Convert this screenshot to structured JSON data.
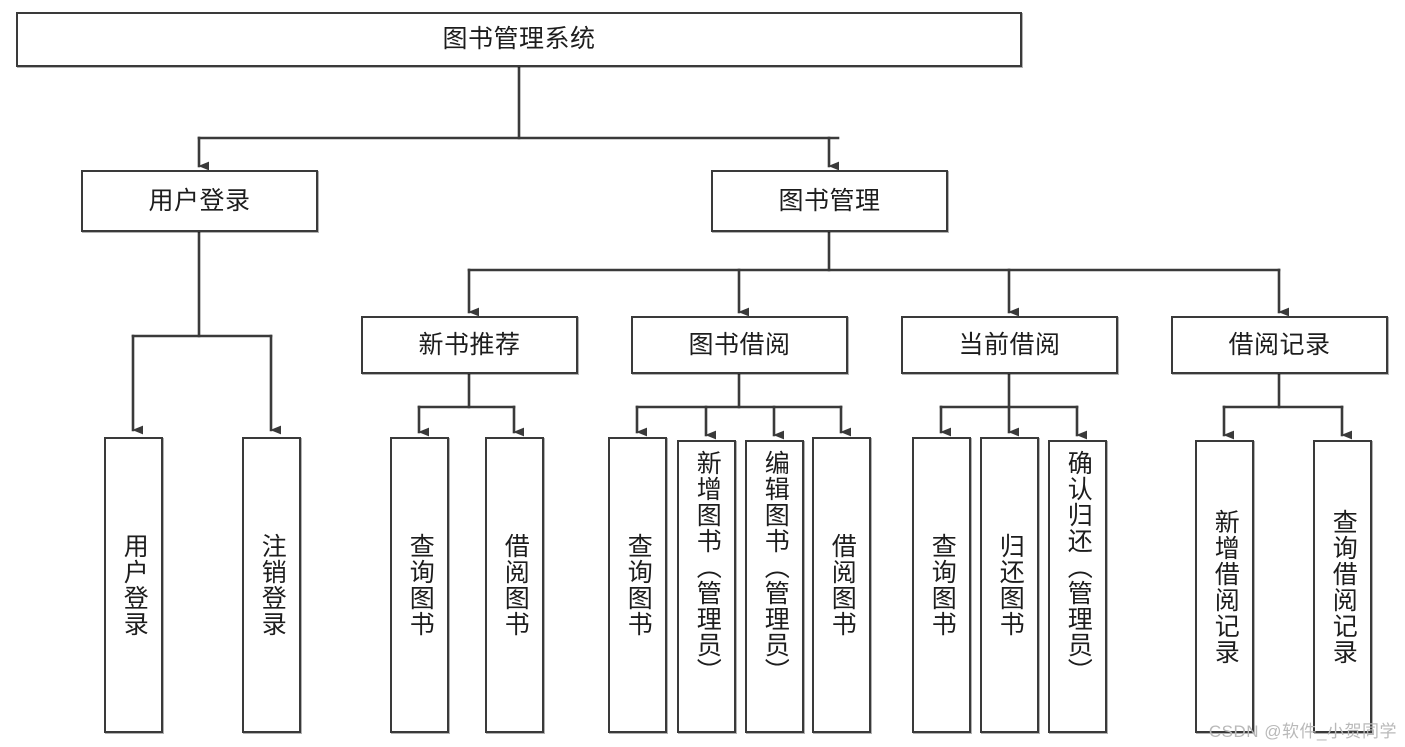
{
  "diagram": {
    "type": "tree",
    "title": "图书管理系统",
    "orientation": "top-down",
    "colors": {
      "box_border": "#3a3a3a",
      "box_fill": "#ffffff",
      "edge": "#3a3a3a",
      "text": "#1d1d1d",
      "watermark": "#b9b9b9"
    },
    "levels": {
      "root": "图书管理系统",
      "level2": [
        "用户登录",
        "图书管理"
      ],
      "level3": [
        "新书推荐",
        "图书借阅",
        "当前借阅",
        "借阅记录"
      ]
    },
    "nodes": {
      "root": {
        "id": "root",
        "label": "图书管理系统",
        "level": 1,
        "orientation": "horizontal"
      },
      "user_login": {
        "id": "user_login",
        "label": "用户登录",
        "level": 2,
        "orientation": "horizontal"
      },
      "book_manage": {
        "id": "book_manage",
        "label": "图书管理",
        "level": 2,
        "orientation": "horizontal"
      },
      "new_book_rec": {
        "id": "new_book_rec",
        "label": "新书推荐",
        "level": 3,
        "orientation": "horizontal"
      },
      "book_borrow": {
        "id": "book_borrow",
        "label": "图书借阅",
        "level": 3,
        "orientation": "horizontal"
      },
      "current_borrow": {
        "id": "current_borrow",
        "label": "当前借阅",
        "level": 3,
        "orientation": "horizontal"
      },
      "borrow_record": {
        "id": "borrow_record",
        "label": "借阅记录",
        "level": 3,
        "orientation": "horizontal"
      },
      "leaf_user_login": {
        "id": "leaf_user_login",
        "label": "用户登录",
        "level": 3,
        "orientation": "vertical",
        "parent": "用户登录"
      },
      "leaf_logout": {
        "id": "leaf_logout",
        "label": "注销登录",
        "level": 3,
        "orientation": "vertical",
        "parent": "用户登录"
      },
      "leaf_query_book_1": {
        "id": "leaf_query_book_1",
        "label": "查询图书",
        "level": 4,
        "orientation": "vertical",
        "parent": "新书推荐"
      },
      "leaf_borrow_book_1": {
        "id": "leaf_borrow_book_1",
        "label": "借阅图书",
        "level": 4,
        "orientation": "vertical",
        "parent": "新书推荐"
      },
      "leaf_query_book_2": {
        "id": "leaf_query_book_2",
        "label": "查询图书",
        "level": 4,
        "orientation": "vertical",
        "parent": "图书借阅"
      },
      "leaf_add_book": {
        "id": "leaf_add_book",
        "label": "新增图书（管理员）",
        "level": 4,
        "orientation": "vertical",
        "parent": "图书借阅"
      },
      "leaf_edit_book": {
        "id": "leaf_edit_book",
        "label": "编辑图书（管理员）",
        "level": 4,
        "orientation": "vertical",
        "parent": "图书借阅"
      },
      "leaf_borrow_book_2": {
        "id": "leaf_borrow_book_2",
        "label": "借阅图书",
        "level": 4,
        "orientation": "vertical",
        "parent": "图书借阅"
      },
      "leaf_query_book_3": {
        "id": "leaf_query_book_3",
        "label": "查询图书",
        "level": 4,
        "orientation": "vertical",
        "parent": "当前借阅"
      },
      "leaf_return_book": {
        "id": "leaf_return_book",
        "label": "归还图书",
        "level": 4,
        "orientation": "vertical",
        "parent": "当前借阅"
      },
      "leaf_confirm_return": {
        "id": "leaf_confirm_return",
        "label": "确认归还（管理员）",
        "level": 4,
        "orientation": "vertical",
        "parent": "当前借阅"
      },
      "leaf_add_record": {
        "id": "leaf_add_record",
        "label": "新增借阅记录",
        "level": 4,
        "orientation": "vertical",
        "parent": "借阅记录"
      },
      "leaf_query_record": {
        "id": "leaf_query_record",
        "label": "查询借阅记录",
        "level": 4,
        "orientation": "vertical",
        "parent": "借阅记录"
      }
    },
    "edges": [
      {
        "from": "图书管理系统",
        "to": "用户登录"
      },
      {
        "from": "图书管理系统",
        "to": "图书管理"
      },
      {
        "from": "用户登录",
        "to": "用户登录"
      },
      {
        "from": "用户登录",
        "to": "注销登录"
      },
      {
        "from": "图书管理",
        "to": "新书推荐"
      },
      {
        "from": "图书管理",
        "to": "图书借阅"
      },
      {
        "from": "图书管理",
        "to": "当前借阅"
      },
      {
        "from": "图书管理",
        "to": "借阅记录"
      },
      {
        "from": "新书推荐",
        "to": "查询图书"
      },
      {
        "from": "新书推荐",
        "to": "借阅图书"
      },
      {
        "from": "图书借阅",
        "to": "查询图书"
      },
      {
        "from": "图书借阅",
        "to": "新增图书（管理员）"
      },
      {
        "from": "图书借阅",
        "to": "编辑图书（管理员）"
      },
      {
        "from": "图书借阅",
        "to": "借阅图书"
      },
      {
        "from": "当前借阅",
        "to": "查询图书"
      },
      {
        "from": "当前借阅",
        "to": "归还图书"
      },
      {
        "from": "当前借阅",
        "to": "确认归还（管理员）"
      },
      {
        "from": "借阅记录",
        "to": "新增借阅记录"
      },
      {
        "from": "借阅记录",
        "to": "查询借阅记录"
      }
    ]
  },
  "watermark": {
    "text": "CSDN @软件_小贺同学"
  }
}
